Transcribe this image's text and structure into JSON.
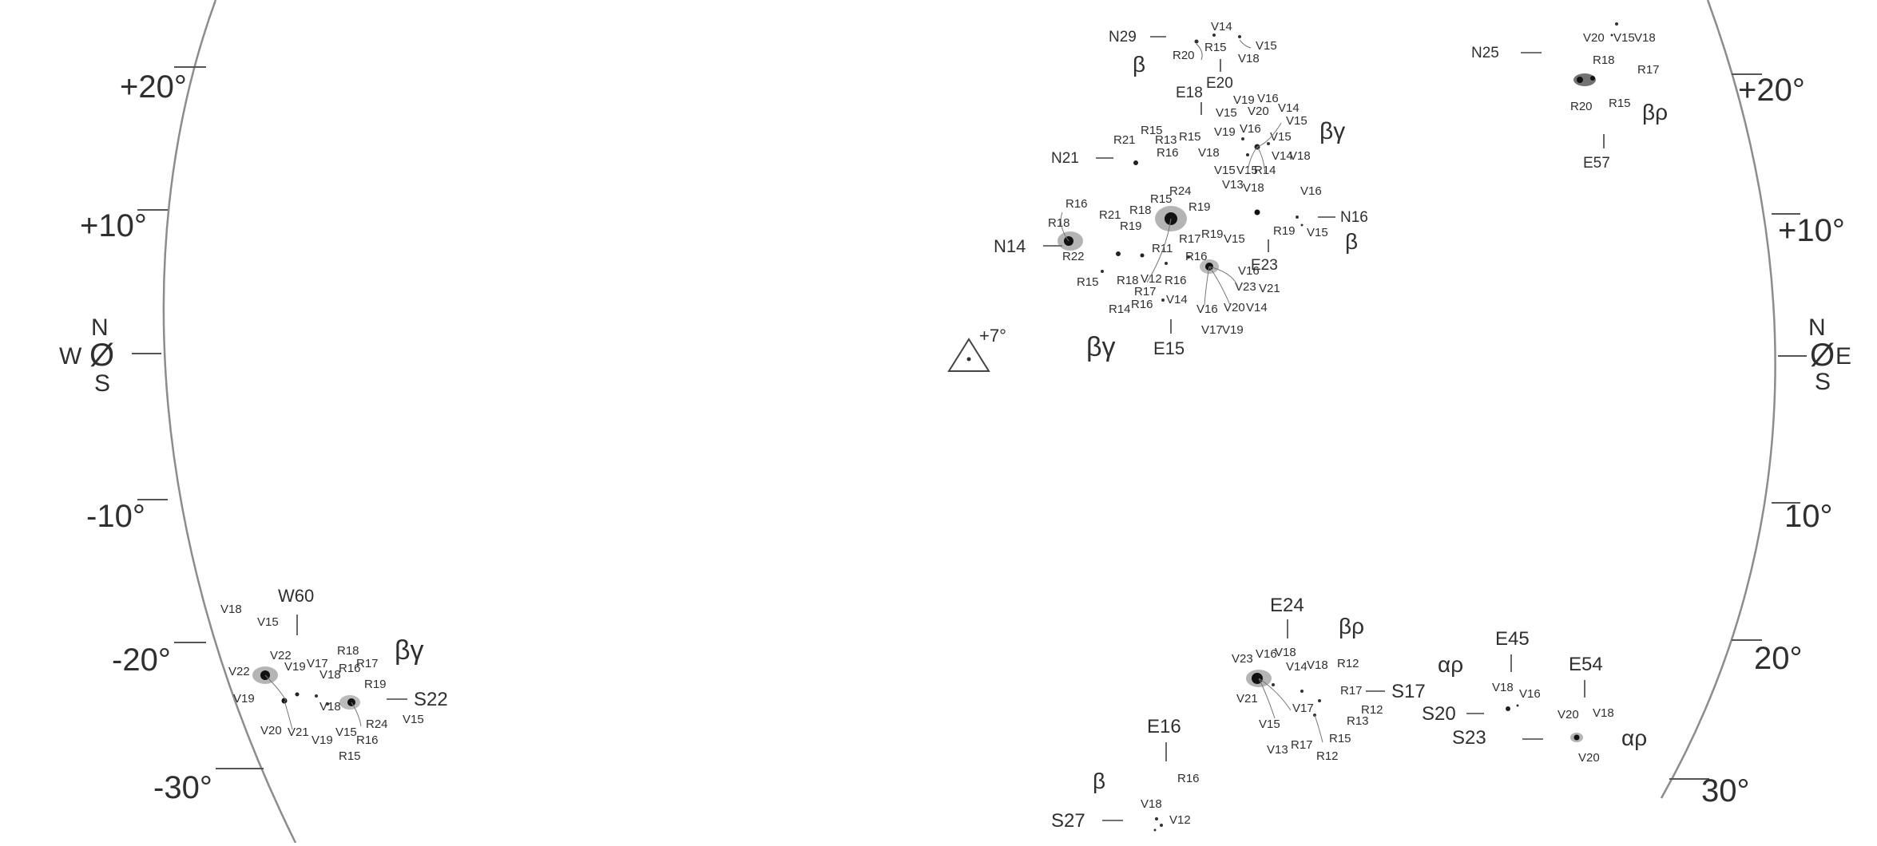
{
  "latitude_labels": {
    "left": [
      "+20°",
      "+10°",
      "-10°",
      "-20°",
      "-30°"
    ],
    "right": [
      "+20°",
      "+10°",
      "10°",
      "20°",
      "30°"
    ]
  },
  "compass": {
    "west": "W",
    "east": "E",
    "north": "N",
    "south": "S",
    "equator": "Ø"
  },
  "inclination": "+7°",
  "groups": [
    {
      "id": "n29",
      "designation": "N29",
      "meridian": "E20",
      "class": "β",
      "spot_labels": [
        "R20",
        "R15",
        "V14",
        "V15",
        "V18"
      ]
    },
    {
      "id": "n25",
      "designation": "N25",
      "meridian": "E57",
      "class": "βρ",
      "spot_labels": [
        "V20",
        "V15",
        "V18",
        "R18",
        "R17",
        "R20",
        "R15"
      ]
    },
    {
      "id": "n21",
      "designation": "N21",
      "meridian": "E18",
      "class": "βγ",
      "spot_labels": [
        "R21",
        "R15",
        "R13",
        "R16",
        "R15",
        "V19",
        "V15",
        "V20",
        "V16",
        "V14",
        "V15",
        "V19",
        "V18",
        "V16",
        "V15",
        "V18",
        "V15",
        "V15",
        "R14",
        "V13",
        "V18",
        "V14"
      ]
    },
    {
      "id": "n16",
      "designation": "N16",
      "meridian": "E23",
      "class": "β",
      "spot_labels": [
        "V16",
        "R19",
        "V15"
      ]
    },
    {
      "id": "n14",
      "designation": "N14",
      "meridian": "E15",
      "class": "βγ",
      "spot_labels": [
        "R16",
        "R18",
        "R21",
        "R18",
        "R15",
        "R24",
        "R19",
        "R19",
        "R22",
        "R11",
        "R17",
        "R19",
        "V15",
        "R16",
        "R15",
        "R18",
        "V12",
        "R16",
        "V16",
        "R17",
        "V23",
        "V21",
        "R14",
        "R16",
        "V14",
        "V16",
        "V20",
        "V14",
        "V17",
        "V19"
      ]
    },
    {
      "id": "s22",
      "designation": "S22",
      "meridian": "W60",
      "class": "βγ",
      "spot_labels": [
        "V18",
        "V15",
        "V22",
        "V22",
        "V19",
        "V17",
        "R18",
        "V18",
        "R16",
        "R17",
        "R19",
        "V19",
        "V18",
        "V20",
        "V21",
        "V19",
        "V15",
        "R24",
        "V15",
        "R16",
        "R15"
      ]
    },
    {
      "id": "s17",
      "designation": "S17",
      "meridian": "E24",
      "class": "βρ",
      "spot_labels": [
        "V23",
        "V16",
        "V18",
        "V14",
        "V18",
        "R12",
        "V21",
        "R17",
        "V17",
        "R12",
        "V15",
        "R13",
        "V13",
        "R17",
        "R15",
        "R12"
      ]
    },
    {
      "id": "s20",
      "designation": "S20",
      "meridian": "E45",
      "class": "αρ",
      "spot_labels": [
        "V18",
        "V16"
      ]
    },
    {
      "id": "s23",
      "designation": "S23",
      "meridian": "E54",
      "class": "αρ",
      "spot_labels": [
        "V20",
        "V18",
        "V20"
      ]
    },
    {
      "id": "s27",
      "designation": "S27",
      "meridian": "E16",
      "class": "β",
      "spot_labels": [
        "R16",
        "V18",
        "V12"
      ]
    }
  ]
}
